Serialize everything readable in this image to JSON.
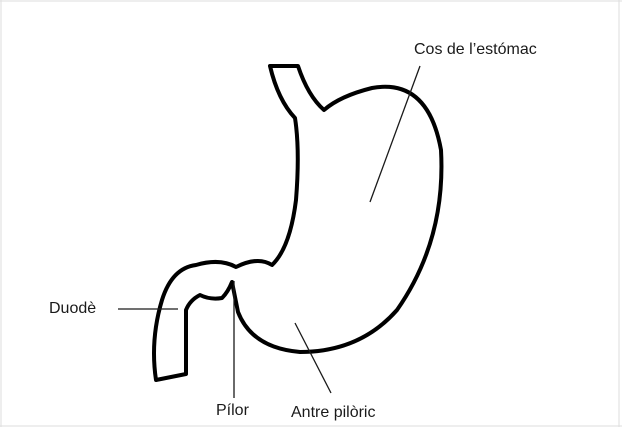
{
  "diagram": {
    "labels": {
      "body": "Cos de l’estómac",
      "duodenum": "Duodè",
      "pylorus": "Pílor",
      "antrum": "Antre pilòric"
    },
    "colors": {
      "outline": "#000000",
      "leader": "#1a1a1a",
      "frame": "#dedede",
      "background": "#ffffff"
    }
  }
}
